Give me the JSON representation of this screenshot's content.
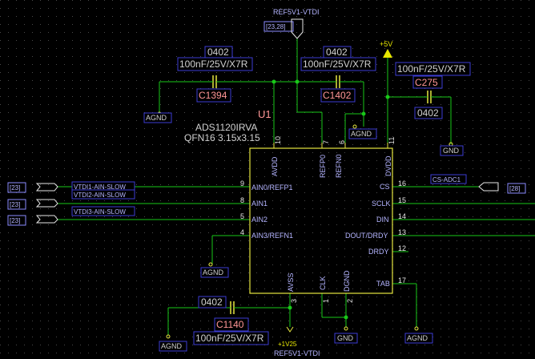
{
  "colors": {
    "background": "#000000",
    "grid": "#3a3a3a",
    "wire": "#19c819",
    "body": "#e6e640",
    "label_text": "#b4b4ff",
    "label_bg": "#000000",
    "label_border": "#3c3cd2",
    "refdes": "#ff9696",
    "pin_num": "#e6e6e6",
    "pin_name": "#b4b4ff",
    "power": "#e6e600",
    "ref_box": "#8c8cff"
  },
  "ref_top": {
    "net": "REF5V1-VTDI",
    "ref": "[23,28]"
  },
  "ref_bottom": {
    "net": "REF5V1-VTDI",
    "value": "+1V25"
  },
  "power_5v": "+5V",
  "chip": {
    "refdes": "U1",
    "part": "ADS1120IRVA",
    "package": "QFN16 3.15x3.15",
    "pins": [
      {
        "num": "9",
        "name": "AIN0/REFP1"
      },
      {
        "num": "8",
        "name": "AIN1"
      },
      {
        "num": "5",
        "name": "AIN2"
      },
      {
        "num": "4",
        "name": "AIN3/REFN1"
      },
      {
        "num": "10",
        "name": "AVDD"
      },
      {
        "num": "7",
        "name": "REFP0"
      },
      {
        "num": "6",
        "name": "REFN0"
      },
      {
        "num": "11",
        "name": "DVDD"
      },
      {
        "num": "16",
        "name": "CS"
      },
      {
        "num": "15",
        "name": "SCLK"
      },
      {
        "num": "14",
        "name": "DIN"
      },
      {
        "num": "13",
        "name": "DOUT/DRDY"
      },
      {
        "num": "12",
        "name": "DRDY"
      },
      {
        "num": "17",
        "name": "TAB"
      },
      {
        "num": "3",
        "name": "AVSS"
      },
      {
        "num": "1",
        "name": "CLK"
      },
      {
        "num": "2",
        "name": "DGND"
      }
    ]
  },
  "caps": [
    {
      "ref": "C1394",
      "pkg": "0402",
      "value": "100nF/25V/X7R"
    },
    {
      "ref": "C1402",
      "pkg": "0402",
      "value": "100nF/25V/X7R"
    },
    {
      "ref": "C275",
      "pkg": "0402",
      "value": "100nF/25V/X7R"
    },
    {
      "ref": "C1140",
      "pkg": "0402",
      "value": "100nF/25V/X7R"
    }
  ],
  "nets": {
    "ain1": "VTDI1-AIN-SLOW",
    "ain2": "VTDI2-AIN-SLOW",
    "ain3": "VTDI3-AIN-SLOW",
    "cs": "CS-ADC1"
  },
  "refs": {
    "ain1": "[23]",
    "ain2": "[23]",
    "ain3": "[23]",
    "cs": "[28]"
  },
  "gnd": {
    "agnd": "AGND",
    "gnd": "GND"
  }
}
